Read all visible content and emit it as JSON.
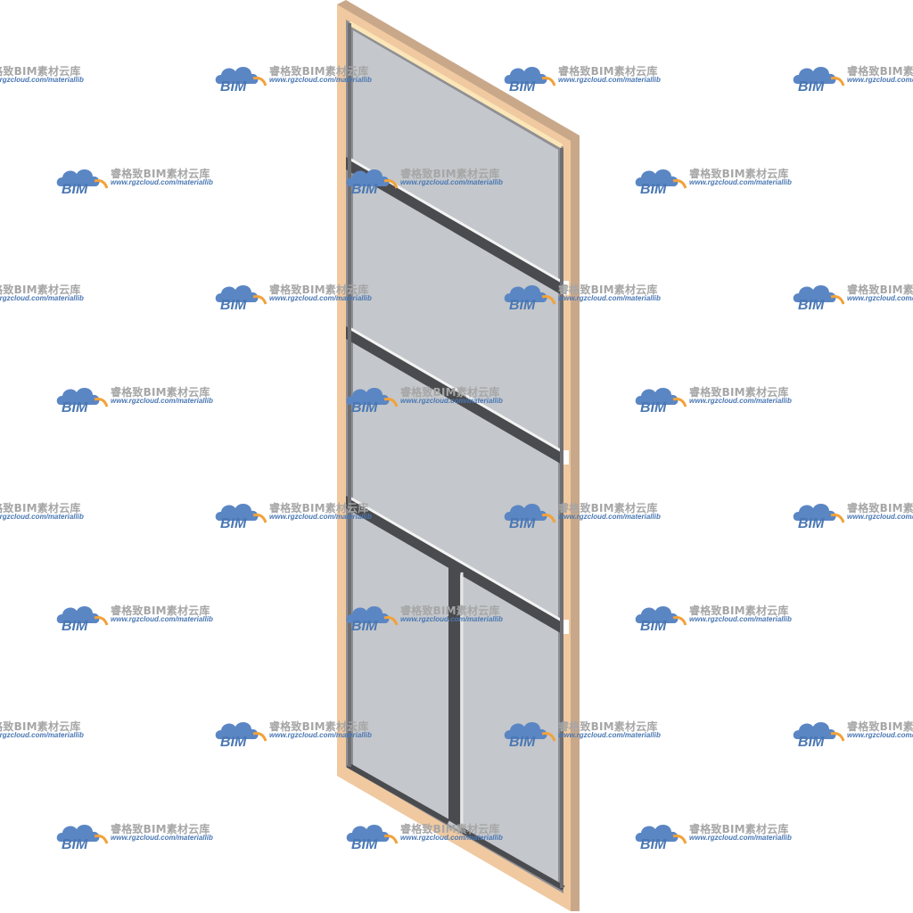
{
  "watermark": {
    "brand_text": "睿格致BIM素材云库",
    "url_text": "www.rgzcloud.com/materiallib",
    "logo_text": "BIM",
    "logo_cloud_color": "#5b86c4",
    "logo_arc_color": "#f2a23a"
  },
  "model": {
    "frame_color": "#f0c9a0",
    "glass_color": "#c4c7cb",
    "mullion_color": "#8e9196"
  }
}
